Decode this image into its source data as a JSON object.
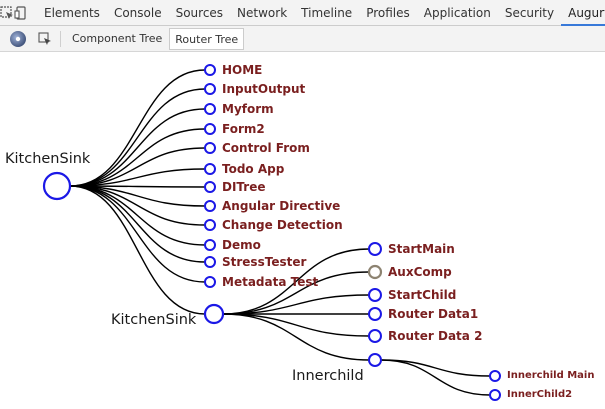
{
  "devtools": {
    "tabs": [
      {
        "label": "Elements"
      },
      {
        "label": "Console"
      },
      {
        "label": "Sources"
      },
      {
        "label": "Network"
      },
      {
        "label": "Timeline"
      },
      {
        "label": "Profiles"
      },
      {
        "label": "Application"
      },
      {
        "label": "Security"
      },
      {
        "label": "Augury"
      }
    ],
    "active_tab": "Augury",
    "more_label": "»",
    "accent_color": "#3879d9"
  },
  "augury": {
    "subtabs": [
      {
        "label": "Component Tree"
      },
      {
        "label": "Router Tree"
      }
    ],
    "active_subtab": "Router Tree"
  },
  "router_tree": {
    "node_color": "#1b18e6",
    "aux_node_color": "#8d8371",
    "label_color": "#7a1f1f",
    "root": {
      "label": "KitchenSink",
      "children": [
        {
          "label": "HOME"
        },
        {
          "label": "InputOutput"
        },
        {
          "label": "Myform"
        },
        {
          "label": "Form2"
        },
        {
          "label": "Control From"
        },
        {
          "label": "Todo App"
        },
        {
          "label": "DITree"
        },
        {
          "label": "Angular Directive"
        },
        {
          "label": "Change Detection"
        },
        {
          "label": "Demo"
        },
        {
          "label": "StressTester"
        },
        {
          "label": "Metadata Test"
        },
        {
          "label": "KitchenSink",
          "children": [
            {
              "label": "StartMain"
            },
            {
              "label": "AuxComp",
              "aux": true
            },
            {
              "label": "StartChild"
            },
            {
              "label": "Router Data1"
            },
            {
              "label": "Router Data 2"
            },
            {
              "label": "Innerchild",
              "children": [
                {
                  "label": "Innerchild Main"
                },
                {
                  "label": "InnerChild2"
                }
              ]
            }
          ]
        }
      ]
    }
  }
}
